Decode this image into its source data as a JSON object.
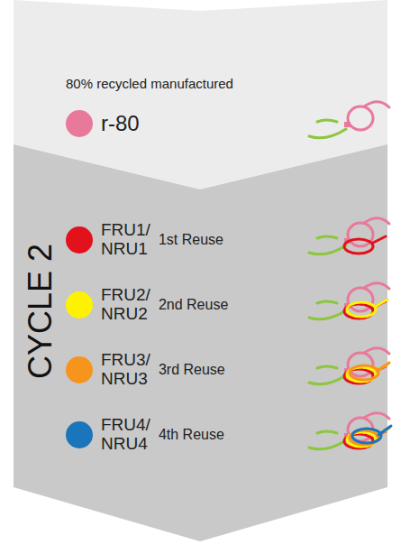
{
  "diagram": {
    "nodes": [
      {
        "text": [
          "80% recycled manufactured"
        ]
      },
      {
        "text": [
          "CYCLE 2"
        ]
      }
    ],
    "labels": [
      "1st Reuse",
      "2nd Reuse",
      "3rd Reuse",
      "4th Reuse"
    ],
    "legend": [
      {
        "text": "r-80",
        "color": "#e9799a"
      },
      {
        "text": "FRU1/ NRU1",
        "color": "#e3111b"
      },
      {
        "text": "FRU2/ NRU2",
        "color": "#fff200"
      },
      {
        "text": "FRU3/ NRU3",
        "color": "#f7941d"
      },
      {
        "text": "FRU4/ NRU4",
        "color": "#1b75bb"
      }
    ]
  }
}
